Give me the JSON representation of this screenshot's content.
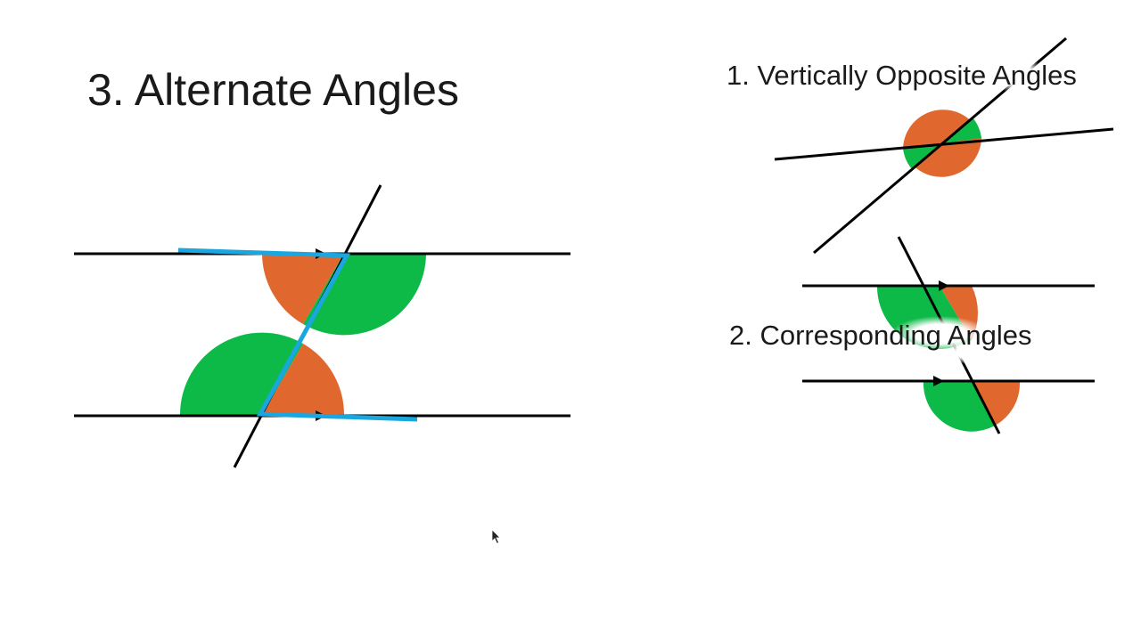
{
  "slide": {
    "title": "3. Alternate Angles"
  },
  "related": {
    "vertically_opposite": "1. Vertically Opposite Angles",
    "corresponding": "2. Corresponding Angles"
  },
  "colors": {
    "angle_a": "#e0672e",
    "angle_b": "#0dba48",
    "z_highlight": "#1aa6df",
    "line": "#000000"
  }
}
